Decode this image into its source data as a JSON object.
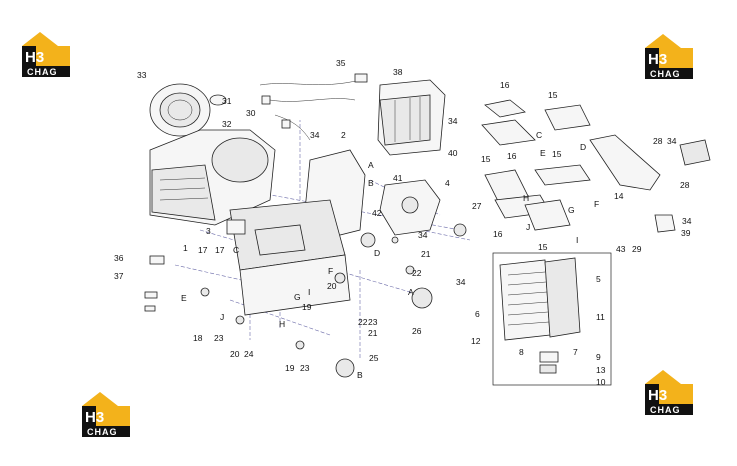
{
  "logos": [
    {
      "id": "logo-tl",
      "mark": "H3",
      "word": "CHAG"
    },
    {
      "id": "logo-tr",
      "mark": "H3",
      "word": "CHAG"
    },
    {
      "id": "logo-bl",
      "mark": "H3",
      "word": "CHAG"
    },
    {
      "id": "logo-br",
      "mark": "H3",
      "word": "CHAG"
    }
  ],
  "callouts": [
    {
      "text": "33"
    },
    {
      "text": "35"
    },
    {
      "text": "31"
    },
    {
      "text": "30"
    },
    {
      "text": "32"
    },
    {
      "text": "38"
    },
    {
      "text": "34"
    },
    {
      "text": "2"
    },
    {
      "text": "34"
    },
    {
      "text": "40"
    },
    {
      "text": "A"
    },
    {
      "text": "B"
    },
    {
      "text": "41"
    },
    {
      "text": "4"
    },
    {
      "text": "42"
    },
    {
      "text": "27"
    },
    {
      "text": "34"
    },
    {
      "text": "D"
    },
    {
      "text": "21"
    },
    {
      "text": "22"
    },
    {
      "text": "34"
    },
    {
      "text": "3"
    },
    {
      "text": "C"
    },
    {
      "text": "36"
    },
    {
      "text": "1"
    },
    {
      "text": "37"
    },
    {
      "text": "17"
    },
    {
      "text": "17"
    },
    {
      "text": "E"
    },
    {
      "text": "F"
    },
    {
      "text": "20"
    },
    {
      "text": "G"
    },
    {
      "text": "I"
    },
    {
      "text": "19"
    },
    {
      "text": "22"
    },
    {
      "text": "23"
    },
    {
      "text": "21"
    },
    {
      "text": "A"
    },
    {
      "text": "26"
    },
    {
      "text": "J"
    },
    {
      "text": "18"
    },
    {
      "text": "23"
    },
    {
      "text": "H"
    },
    {
      "text": "20"
    },
    {
      "text": "24"
    },
    {
      "text": "19"
    },
    {
      "text": "23"
    },
    {
      "text": "25"
    },
    {
      "text": "B"
    },
    {
      "text": "16"
    },
    {
      "text": "15"
    },
    {
      "text": "C"
    },
    {
      "text": "D"
    },
    {
      "text": "E"
    },
    {
      "text": "15"
    },
    {
      "text": "16"
    },
    {
      "text": "15"
    },
    {
      "text": "H"
    },
    {
      "text": "G"
    },
    {
      "text": "F"
    },
    {
      "text": "14"
    },
    {
      "text": "28"
    },
    {
      "text": "34"
    },
    {
      "text": "28"
    },
    {
      "text": "34"
    },
    {
      "text": "39"
    },
    {
      "text": "43"
    },
    {
      "text": "29"
    },
    {
      "text": "J"
    },
    {
      "text": "I"
    },
    {
      "text": "16"
    },
    {
      "text": "15"
    },
    {
      "text": "5"
    },
    {
      "text": "6"
    },
    {
      "text": "11"
    },
    {
      "text": "12"
    },
    {
      "text": "8"
    },
    {
      "text": "7"
    },
    {
      "text": "9"
    },
    {
      "text": "13"
    },
    {
      "text": "10"
    }
  ],
  "colors": {
    "logo_yellow": "#f3b21b",
    "logo_black": "#111111",
    "line": "#222222",
    "dashed": "#6a6aa8"
  }
}
